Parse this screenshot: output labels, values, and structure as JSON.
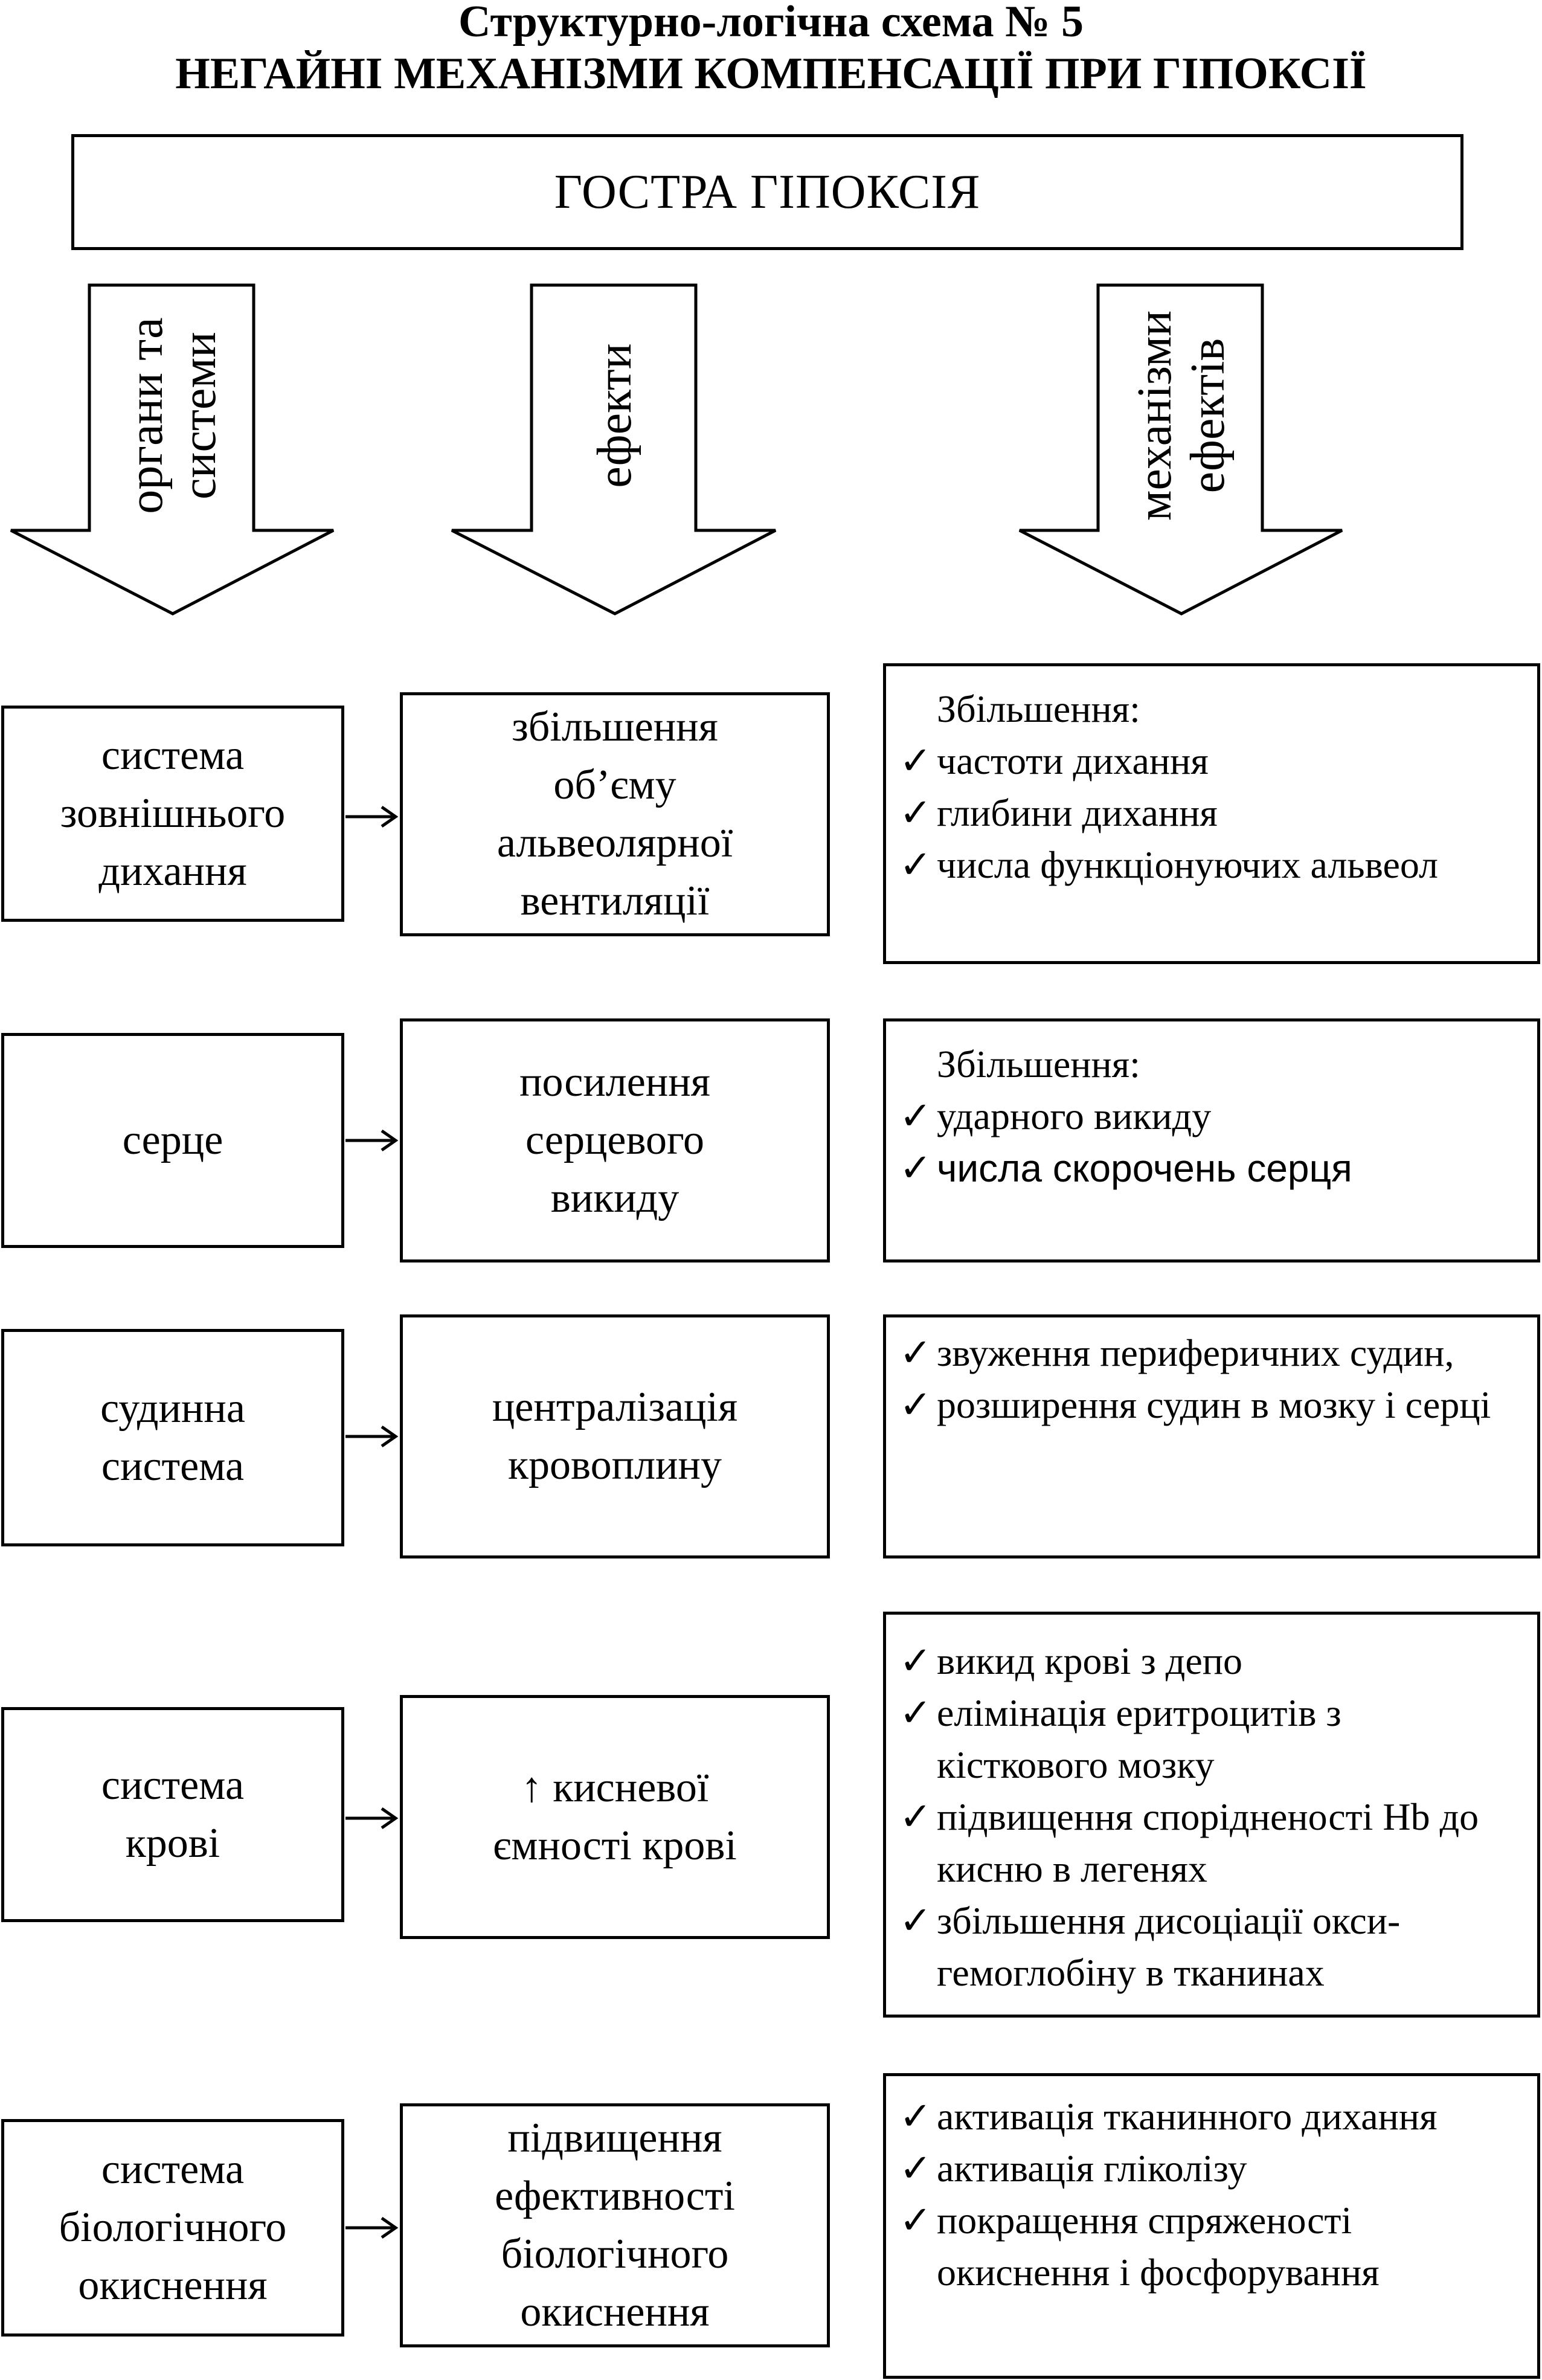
{
  "title_line1": "Структурно-логічна схема № 5",
  "title_line2": "НЕГАЙНІ МЕХАНІЗМИ КОМПЕНСАЦІЇ ПРИ ГІПОКСІЇ",
  "main_box": "ГОСТРА ГІПОКСІЯ",
  "column_arrows": [
    {
      "line1": "органи та",
      "line2": "системи"
    },
    {
      "line1": "ефекти",
      "line2": ""
    },
    {
      "line1": "механізми",
      "line2": "ефектів"
    }
  ],
  "check_symbol": "✓",
  "rows": [
    {
      "system": [
        "система",
        "зовнішнього",
        "дихання"
      ],
      "effect": [
        "збільшення",
        "об’єму",
        "альвеолярної",
        "вентиляції"
      ],
      "mechanism_header": "Збільшення:",
      "mechanisms": [
        "частоти дихання",
        "глибини дихання",
        "числа функціонуючих альвеол"
      ]
    },
    {
      "system": [
        "серце"
      ],
      "effect": [
        "посилення",
        "серцевого",
        "викиду"
      ],
      "mechanism_header": "Збільшення:",
      "mechanisms": [
        "ударного викиду",
        "числа скорочень серця"
      ]
    },
    {
      "system": [
        "судинна",
        "система"
      ],
      "effect": [
        "централізація",
        "кровоплину"
      ],
      "mechanisms": [
        "звуження периферичних судин,",
        "розширення судин в мозку і серці"
      ]
    },
    {
      "system": [
        "система",
        "крові"
      ],
      "effect": [
        "↑ кисневої",
        "ємності крові"
      ],
      "mechanisms": [
        "викид крові з депо",
        "елімінація еритроцитів з кісткового мозку",
        "підвищення спорідненості Hb до кисню в легенях",
        "збільшення дисоціації окси-гемоглобіну в тканинах"
      ]
    },
    {
      "system": [
        "система",
        "біологічного",
        "окиснення"
      ],
      "effect": [
        "підвищення",
        "ефективності",
        "біологічного",
        "окиснення"
      ],
      "mechanisms": [
        "активація тканинного дихання",
        "активація гліколізу",
        "покращення спряженості окиснення і фосфорування"
      ]
    }
  ]
}
